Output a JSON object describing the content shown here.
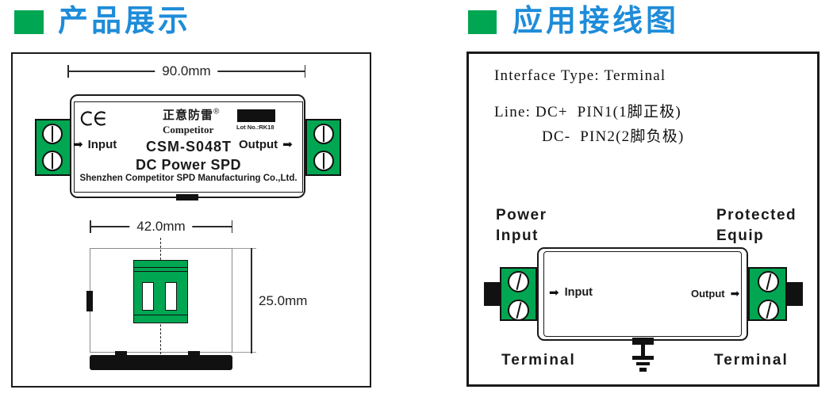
{
  "colors": {
    "green": "#00A651",
    "blue": "#1E8CD9",
    "ink": "#1a1a1a"
  },
  "icons": {
    "arrow_right": "➡"
  },
  "left_panel": {
    "title": "产品展示",
    "top_view": {
      "width_dim": "90.0mm",
      "brand_cn": "正意防雷",
      "registered": "®",
      "brand_en": "Competitor",
      "lot_no": "Lot No.:RK18",
      "input_label": "Input",
      "model": "CSM-S048T",
      "output_label": "Output",
      "product_name": "DC Power SPD",
      "manufacturer": "Shenzhen Competitor SPD Manufacturing Co.,Ltd."
    },
    "side_view": {
      "width_dim": "42.0mm",
      "height_dim": "25.0mm"
    }
  },
  "right_panel": {
    "title": "应用接线图",
    "spec": {
      "interface_type": "Interface Type: Terminal",
      "line_dc_plus": "Line: DC+  PIN1(1脚正极)",
      "line_dc_minus": "DC-  PIN2(2脚负极)"
    },
    "diagram": {
      "power_input": "Power\nInput",
      "protected_equip": "Protected\nEquip",
      "input_label": "Input",
      "output_label": "Output",
      "terminal_left": "Terminal",
      "terminal_right": "Terminal"
    }
  }
}
